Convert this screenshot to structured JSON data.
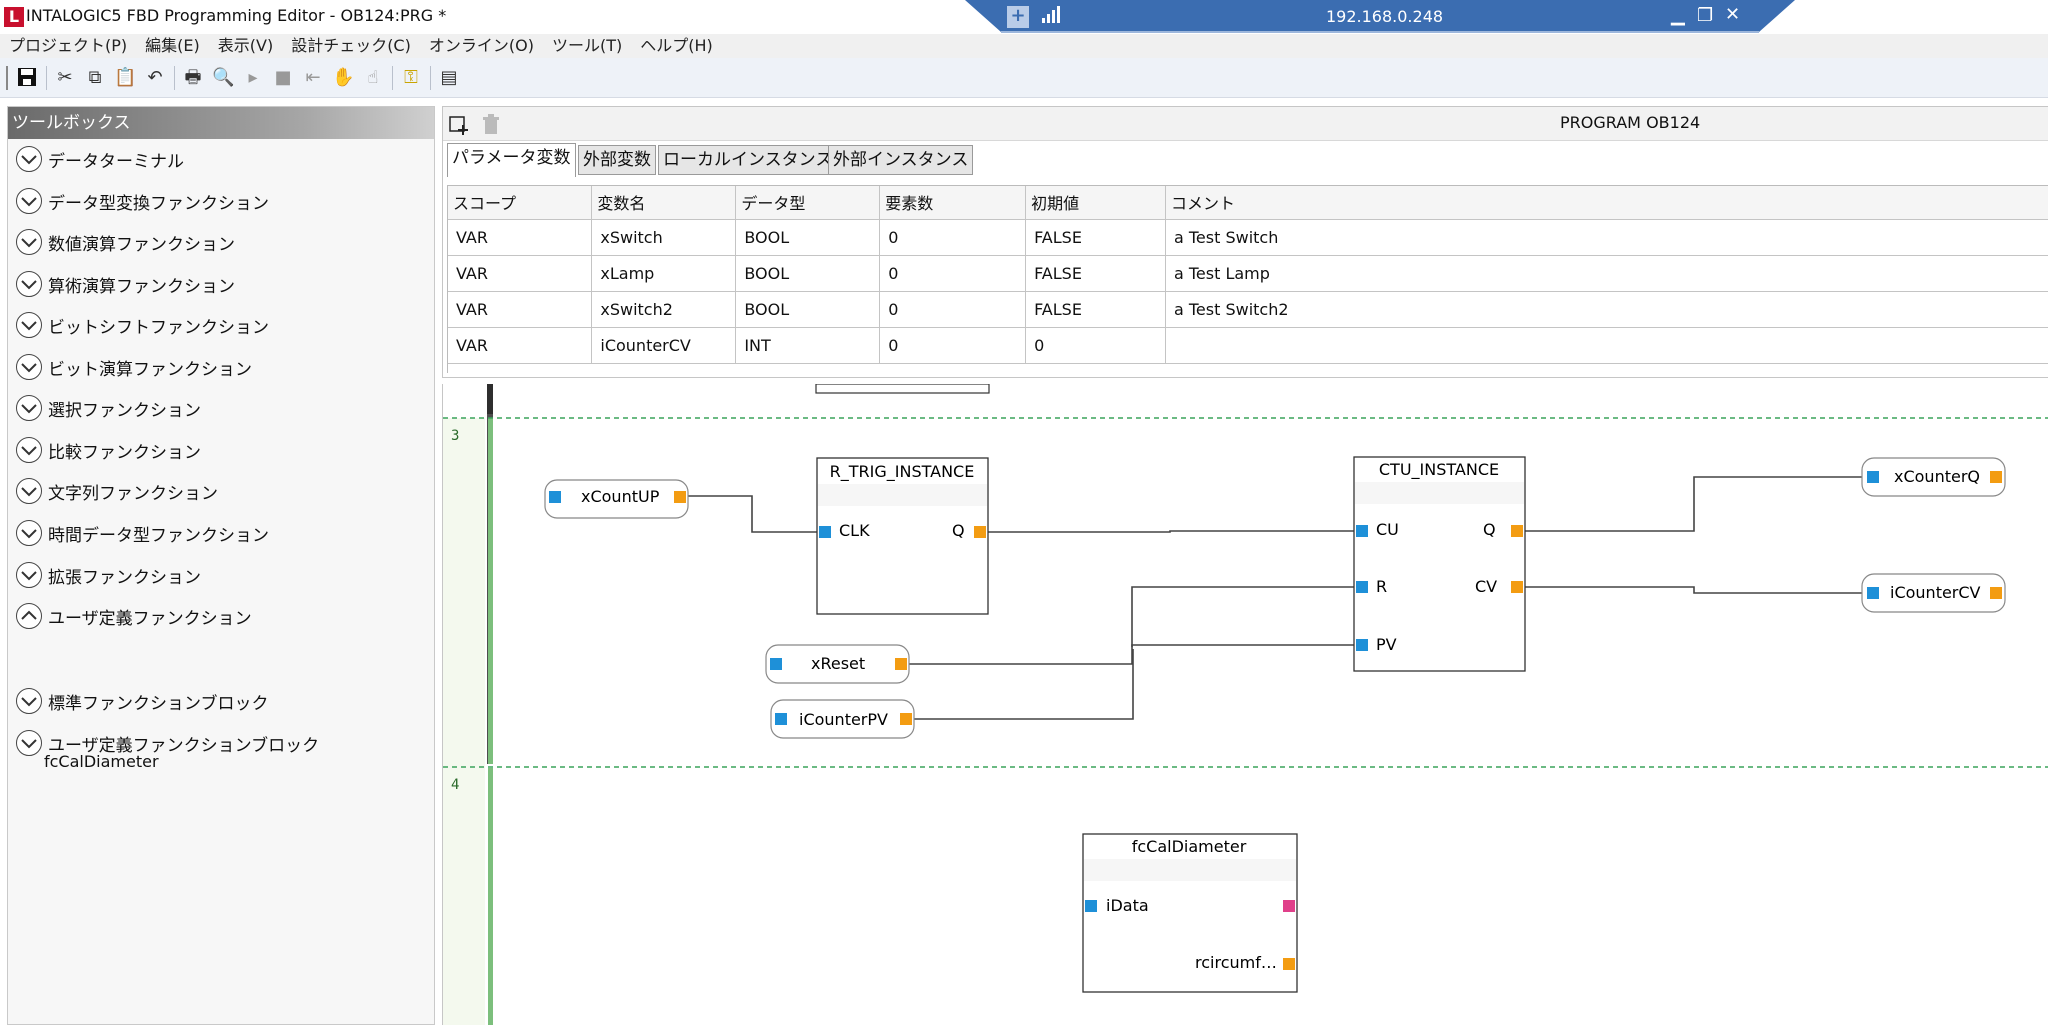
{
  "titlebar": {
    "logo": "L",
    "title": "INTALOGIC5 FBD Programming Editor - OB124:PRG *",
    "remote_ip": "192.168.0.248"
  },
  "menu": [
    "プロジェクト(P)",
    "編集(E)",
    "表示(V)",
    "設計チェック(C)",
    "オンライン(O)",
    "ツール(T)",
    "ヘルプ(H)"
  ],
  "toolbar": {
    "icons": [
      "save-icon",
      "cut-icon",
      "copy-icon",
      "paste-icon",
      "undo-icon",
      "print-icon",
      "print-preview-icon",
      "run-icon",
      "stop-icon",
      "step-icon",
      "pan-icon",
      "hand-icon",
      "key-icon",
      "report-icon"
    ]
  },
  "toolbox": {
    "header": "ツールボックス",
    "items": [
      {
        "label": "データターミナル",
        "expanded": false
      },
      {
        "label": "データ型変換ファンクション",
        "expanded": false
      },
      {
        "label": "数値演算ファンクション",
        "expanded": false
      },
      {
        "label": "算術演算ファンクション",
        "expanded": false
      },
      {
        "label": "ビットシフトファンクション",
        "expanded": false
      },
      {
        "label": "ビット演算ファンクション",
        "expanded": false
      },
      {
        "label": "選択ファンクション",
        "expanded": false
      },
      {
        "label": "比較ファンクション",
        "expanded": false
      },
      {
        "label": "文字列ファンクション",
        "expanded": false
      },
      {
        "label": "時間データ型ファンクション",
        "expanded": false
      },
      {
        "label": "拡張ファンクション",
        "expanded": false
      },
      {
        "label": "ユーザ定義ファンクション",
        "expanded": true
      },
      {
        "label": "標準ファンクションブロック",
        "expanded": false
      },
      {
        "label": "ユーザ定義ファンクションブロック",
        "expanded": false
      }
    ],
    "user_function_child": "fcCalDiameter"
  },
  "var_panel": {
    "program_title": "PROGRAM OB124",
    "tabs": [
      "パラメータ変数",
      "外部変数",
      "ローカルインスタンス",
      "外部インスタンス"
    ],
    "active_tab": 0,
    "columns": [
      "スコープ",
      "変数名",
      "データ型",
      "要素数",
      "初期値",
      "コメント"
    ],
    "rows": [
      [
        "VAR",
        "xSwitch",
        "BOOL",
        "0",
        "FALSE",
        "a Test Switch"
      ],
      [
        "VAR",
        "xLamp",
        "BOOL",
        "0",
        "FALSE",
        "a Test Lamp"
      ],
      [
        "VAR",
        "xSwitch2",
        "BOOL",
        "0",
        "FALSE",
        "a Test Switch2"
      ],
      [
        "VAR",
        "iCounterCV",
        "INT",
        "0",
        "0",
        ""
      ]
    ]
  },
  "diagram": {
    "networks": [
      "3",
      "4"
    ],
    "variables": {
      "xCountUP": "xCountUP",
      "xReset": "xReset",
      "iCounterPV": "iCounterPV",
      "xCounterQ": "xCounterQ",
      "iCounterCV": "iCounterCV"
    },
    "blocks": {
      "rtrig": {
        "name": "R_TRIG_INSTANCE",
        "in": "CLK",
        "out": "Q"
      },
      "ctu": {
        "name": "CTU_INSTANCE",
        "in": [
          "CU",
          "R",
          "PV"
        ],
        "out": [
          "Q",
          "CV"
        ]
      },
      "fc": {
        "name": "fcCalDiameter",
        "in": "iData",
        "out": "rcircumf…"
      }
    },
    "colors": {
      "input_pin": "#1e90d8",
      "output_pin": "#f39c12",
      "special_pin": "#e0408a",
      "network_sep": "#3aa35a",
      "rail": "#6fbf73"
    }
  }
}
